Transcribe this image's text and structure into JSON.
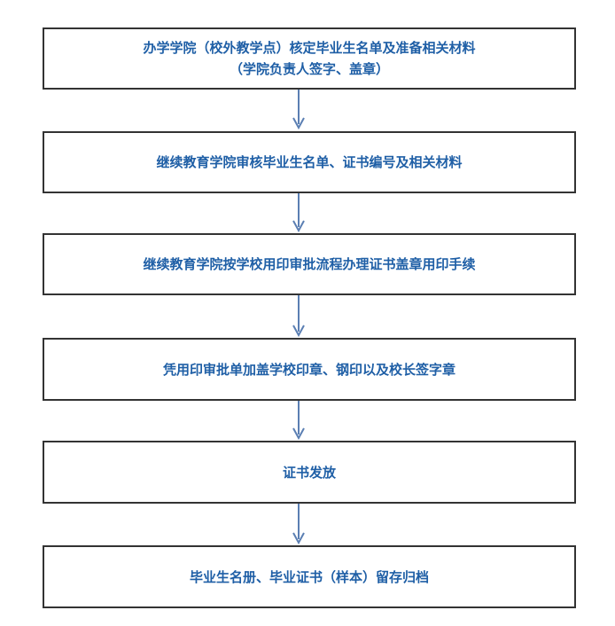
{
  "steps": [
    {
      "lines": [
        "办学学院（校外教学点）核定毕业生名单及准备相关材料",
        "（学院负责人签字、盖章）"
      ]
    },
    {
      "lines": [
        "继续教育学院审核毕业生名单、证书编号及相关材料"
      ]
    },
    {
      "lines": [
        "继续教育学院按学校用印审批流程办理证书盖章用印手续"
      ]
    },
    {
      "lines": [
        "凭用印审批单加盖学校印章、钢印以及校长签字章"
      ]
    },
    {
      "lines": [
        "证书发放"
      ]
    },
    {
      "lines": [
        "毕业生名册、毕业证书（样本）留存归档"
      ]
    }
  ],
  "colors": {
    "text": "#1f5fa6",
    "box_border": "#333333",
    "arrow": "#5b7fb3"
  }
}
